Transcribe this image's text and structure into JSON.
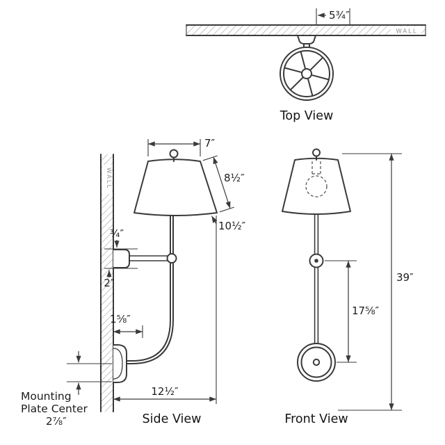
{
  "meta": {
    "background": "#ffffff",
    "line_color": "#3a3a3a",
    "hatch_color": "#808080"
  },
  "top_view": {
    "label": "Top View",
    "wall_label": "WALL",
    "dims": {
      "backplate_width": "5¾″"
    }
  },
  "side_view": {
    "label": "Side View",
    "wall_label": "WALL",
    "dims": {
      "shade_top_width": "7″",
      "shade_slant": "8½″",
      "shade_bottom_width": "10½″",
      "arm_thickness": "¾″",
      "backplate_height": "2″",
      "plate_depth": "1⅝″",
      "projection": "12½″",
      "mounting_plate_center": "2⅞″"
    },
    "mounting_note": {
      "line1": "Mounting",
      "line2": "Plate Center"
    }
  },
  "front_view": {
    "label": "Front View",
    "dims": {
      "overall_height": "39″",
      "swivel_to_plate": "17⅝″"
    }
  }
}
